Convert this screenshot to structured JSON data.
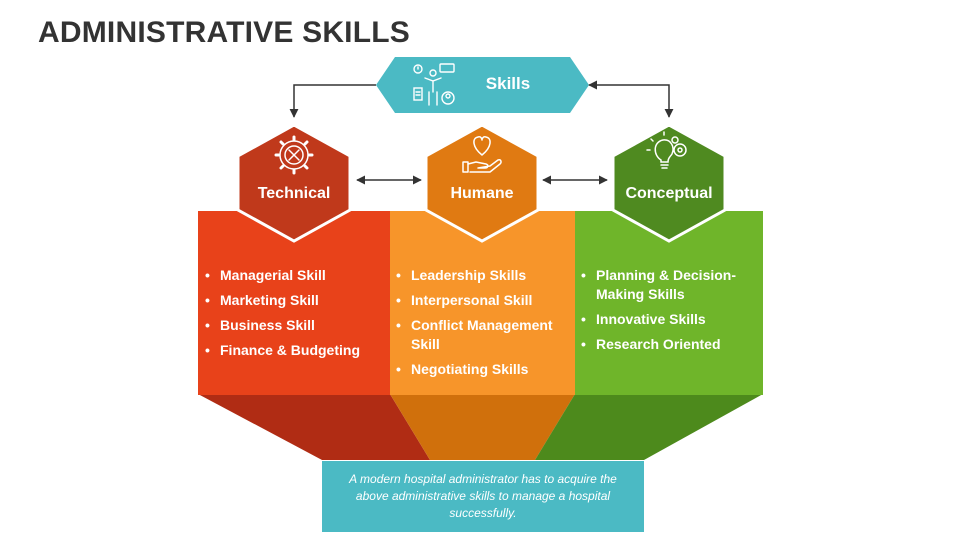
{
  "title": "ADMINISTRATIVE SKILLS",
  "top_node": {
    "label": "Skills",
    "icon": "skills-people-icon",
    "color": "#4bbac4"
  },
  "columns": [
    {
      "label": "Technical",
      "icon": "gear-wrench-icon",
      "hex_color": "#c0391b",
      "panel_color": "#e8421a",
      "shadow_color": "#b02c14",
      "items": [
        "Managerial Skill",
        "Marketing Skill",
        "Business Skill",
        "Finance & Budgeting"
      ]
    },
    {
      "label": "Humane",
      "icon": "heart-hand-icon",
      "hex_color": "#e07a12",
      "panel_color": "#f7952a",
      "shadow_color": "#d0700c",
      "items": [
        "Leadership Skills",
        "Interpersonal Skill",
        "Conflict Management Skill",
        "Negotiating Skills"
      ]
    },
    {
      "label": "Conceptual",
      "icon": "lightbulb-gears-icon",
      "hex_color": "#4f8a20",
      "panel_color": "#6fb52a",
      "shadow_color": "#4d8a1c",
      "items": [
        "Planning & Decision-Making Skills",
        "Innovative Skills",
        "Research Oriented"
      ]
    }
  ],
  "note": "A modern hospital administrator has to acquire the above administrative skills to manage a hospital successfully."
}
